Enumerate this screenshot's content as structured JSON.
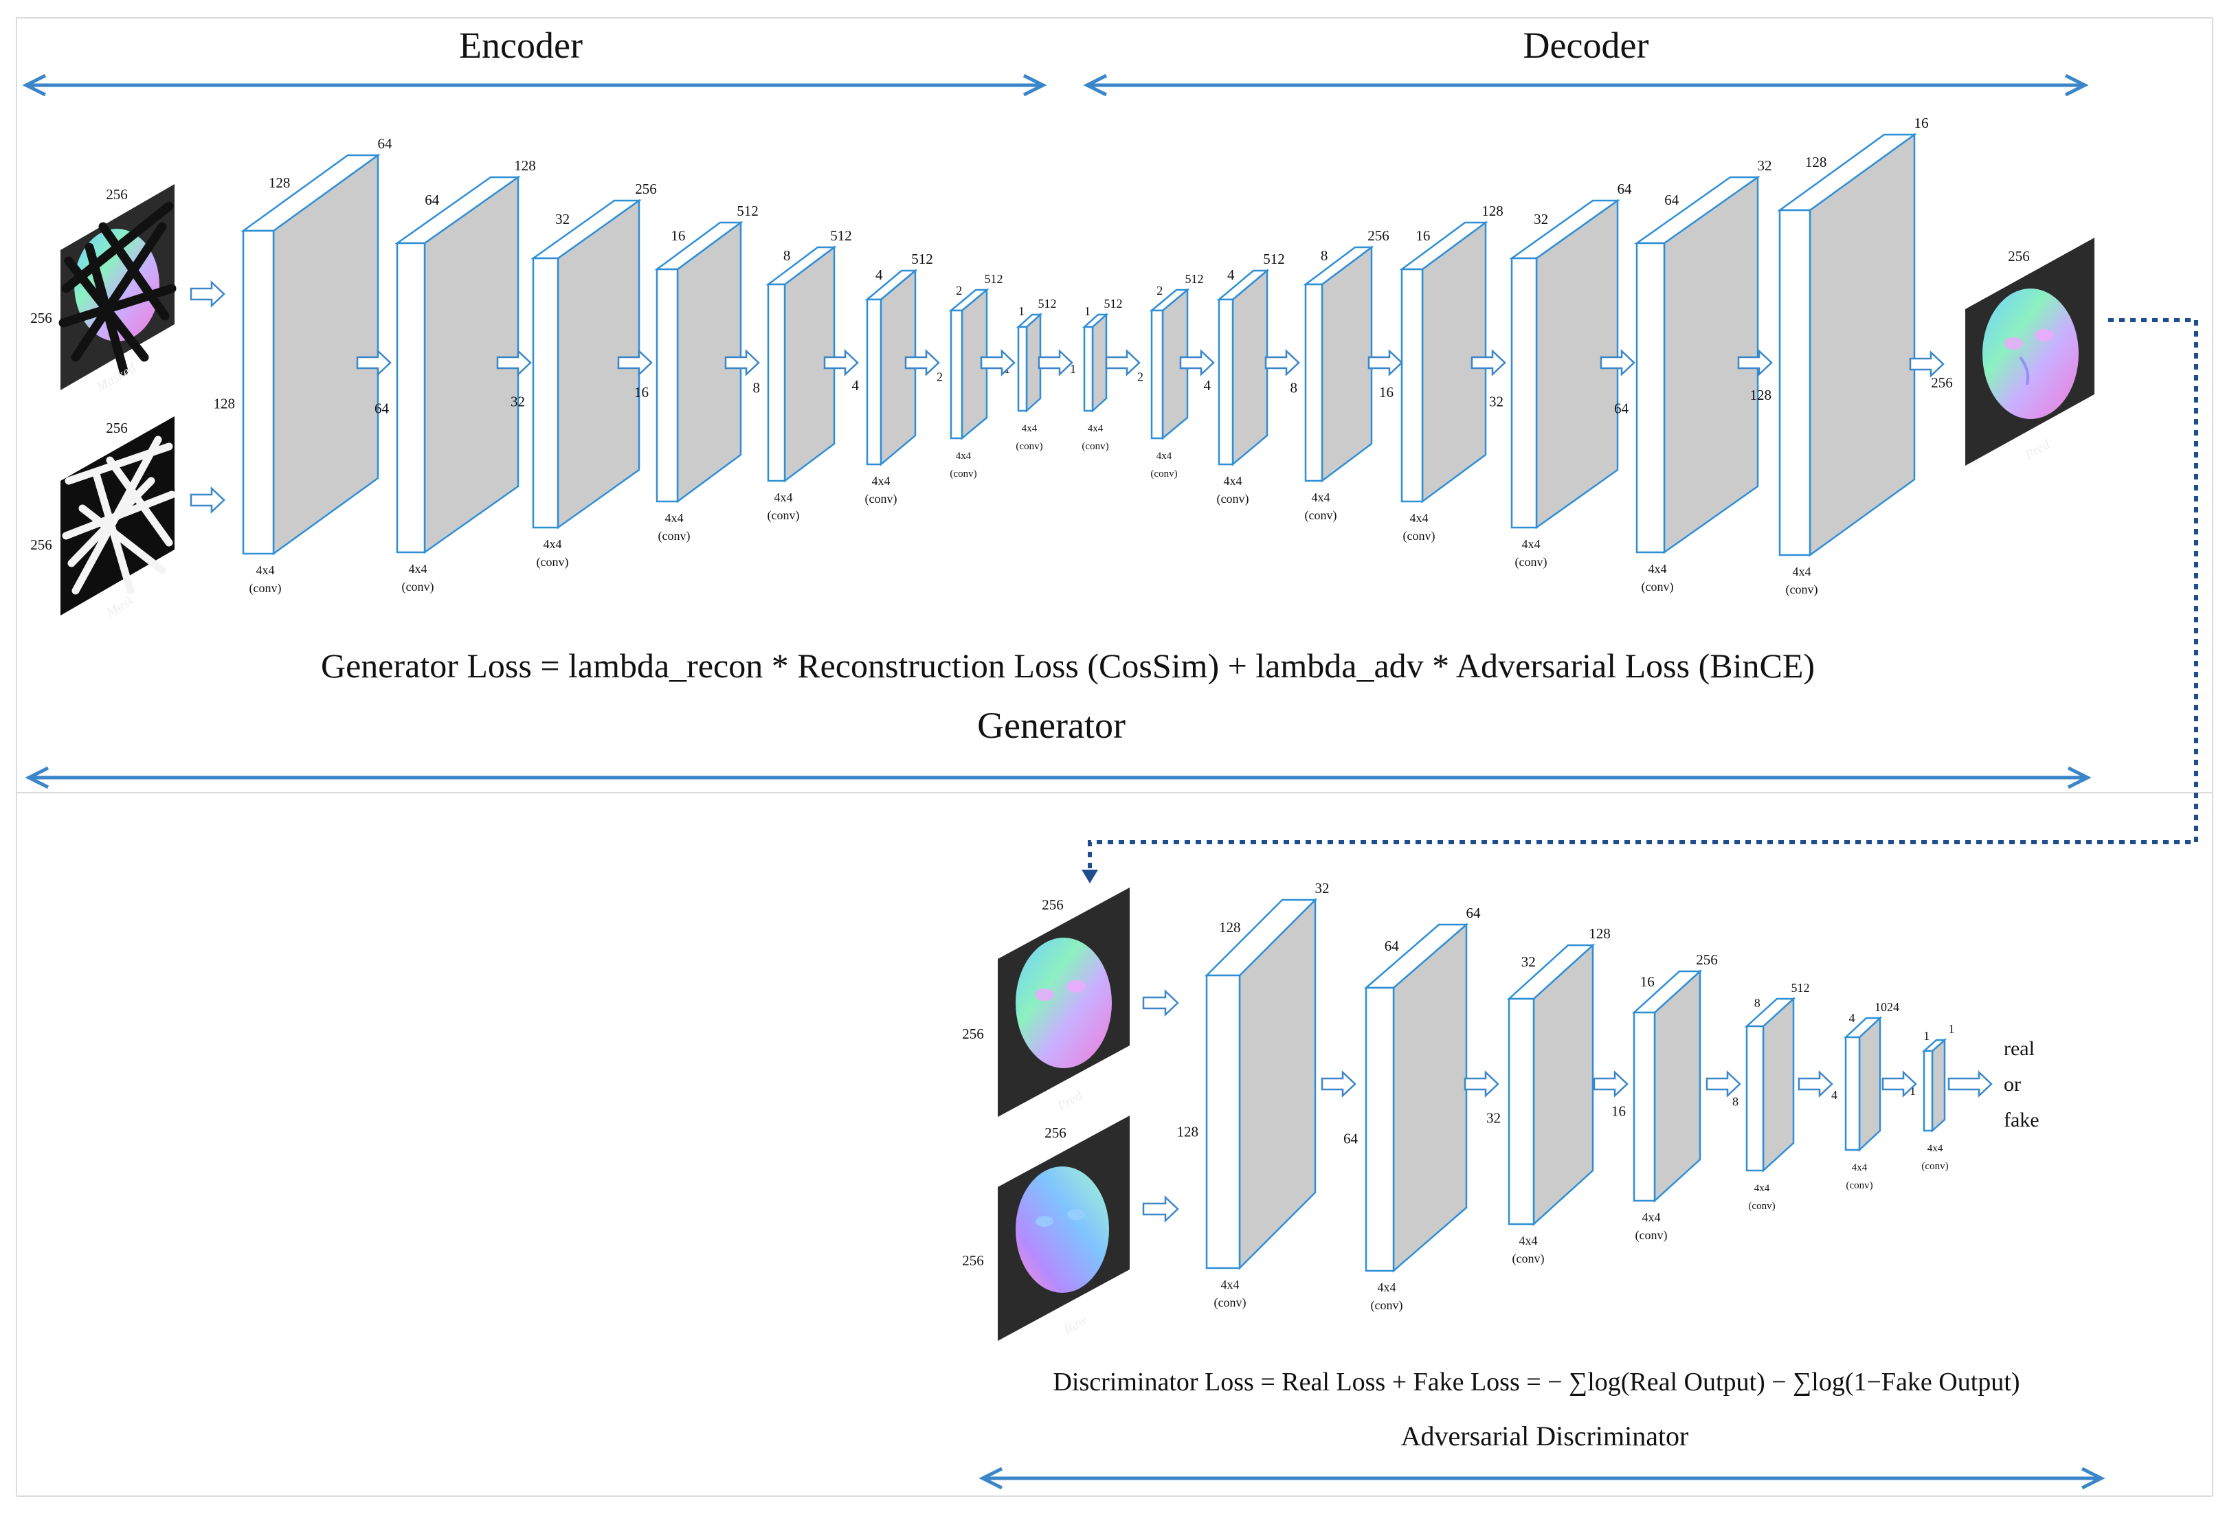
{
  "sections": {
    "encoder": "Encoder",
    "decoder": "Decoder",
    "generator": "Generator",
    "discriminator": "Adversarial Discriminator"
  },
  "generator_loss": "Generator Loss = lambda_recon * Reconstruction Loss (CosSim) + lambda_adv * Adversarial Loss (BinCE)",
  "discriminator_loss": "Discriminator Loss = Real Loss + Fake Loss = − ∑log(Real Output) − ∑log(1−Fake Output)",
  "output_label": [
    "real",
    "or",
    "fake"
  ],
  "generator_inputs": [
    {
      "caption": "Masked",
      "width": "256",
      "height": "256"
    },
    {
      "caption": "Mask",
      "width": "256",
      "height": "256"
    }
  ],
  "generator_output": {
    "caption": "Pred",
    "width": "256",
    "height": "256"
  },
  "discriminator_inputs": [
    {
      "caption": "Pred",
      "width": "256",
      "height": "256"
    },
    {
      "caption": "Raw",
      "width": "256",
      "height": "256"
    }
  ],
  "generator_layers": [
    {
      "stage": "encoder",
      "left": "128",
      "depth": "128",
      "top": "64",
      "conv": [
        "4x4",
        "(conv)"
      ]
    },
    {
      "stage": "encoder",
      "left": "64",
      "depth": "64",
      "top": "128",
      "conv": [
        "4x4",
        "(conv)"
      ]
    },
    {
      "stage": "encoder",
      "left": "32",
      "depth": "32",
      "top": "256",
      "conv": [
        "4x4",
        "(conv)"
      ]
    },
    {
      "stage": "encoder",
      "left": "16",
      "depth": "16",
      "top": "512",
      "conv": [
        "4x4",
        "(conv)"
      ]
    },
    {
      "stage": "encoder",
      "left": "8",
      "depth": "8",
      "top": "512",
      "conv": [
        "4x4",
        "(conv)"
      ]
    },
    {
      "stage": "encoder",
      "left": "4",
      "depth": "4",
      "top": "512",
      "conv": [
        "4x4",
        "(conv)"
      ]
    },
    {
      "stage": "encoder",
      "left": "2",
      "depth": "2",
      "top": "512",
      "conv": [
        "4x4",
        "(conv)"
      ]
    },
    {
      "stage": "encoder",
      "left": "1",
      "depth": "1",
      "top": "512",
      "conv": [
        "4x4",
        "(conv)"
      ]
    },
    {
      "stage": "decoder",
      "left": "1",
      "depth": "1",
      "top": "512",
      "conv": [
        "4x4",
        "(conv)"
      ]
    },
    {
      "stage": "decoder",
      "left": "2",
      "depth": "2",
      "top": "512",
      "conv": [
        "4x4",
        "(conv)"
      ]
    },
    {
      "stage": "decoder",
      "left": "4",
      "depth": "4",
      "top": "512",
      "conv": [
        "4x4",
        "(conv)"
      ]
    },
    {
      "stage": "decoder",
      "left": "8",
      "depth": "8",
      "top": "256",
      "conv": [
        "4x4",
        "(conv)"
      ]
    },
    {
      "stage": "decoder",
      "left": "16",
      "depth": "16",
      "top": "128",
      "conv": [
        "4x4",
        "(conv)"
      ]
    },
    {
      "stage": "decoder",
      "left": "32",
      "depth": "32",
      "top": "64",
      "conv": [
        "4x4",
        "(conv)"
      ]
    },
    {
      "stage": "decoder",
      "left": "64",
      "depth": "64",
      "top": "32",
      "conv": [
        "4x4",
        "(conv)"
      ]
    },
    {
      "stage": "decoder",
      "left": "128",
      "depth": "128",
      "top": "16",
      "conv": [
        "4x4",
        "(conv)"
      ]
    }
  ],
  "discriminator_layers": [
    {
      "left": "128",
      "depth": "128",
      "top": "32",
      "conv": [
        "4x4",
        "(conv)"
      ]
    },
    {
      "left": "64",
      "depth": "64",
      "top": "64",
      "conv": [
        "4x4",
        "(conv)"
      ]
    },
    {
      "left": "32",
      "depth": "32",
      "top": "128",
      "conv": [
        "4x4",
        "(conv)"
      ]
    },
    {
      "left": "16",
      "depth": "16",
      "top": "256",
      "conv": [
        "4x4",
        "(conv)"
      ]
    },
    {
      "left": "8",
      "depth": "8",
      "top": "512",
      "conv": [
        "4x4",
        "(conv)"
      ]
    },
    {
      "left": "4",
      "depth": "4",
      "top": "1024",
      "conv": [
        "4x4",
        "(conv)"
      ]
    },
    {
      "left": "1",
      "depth": "1",
      "top": "1",
      "conv": [
        "4x4",
        "(conv)"
      ]
    }
  ],
  "colors": {
    "accent_blue": "#3b86c9",
    "block_outline": "#2f8fd6",
    "block_face": "#cbcbcb",
    "image_bg": "#2b2b2b",
    "connector_dark_blue": "#1f4e8c"
  }
}
